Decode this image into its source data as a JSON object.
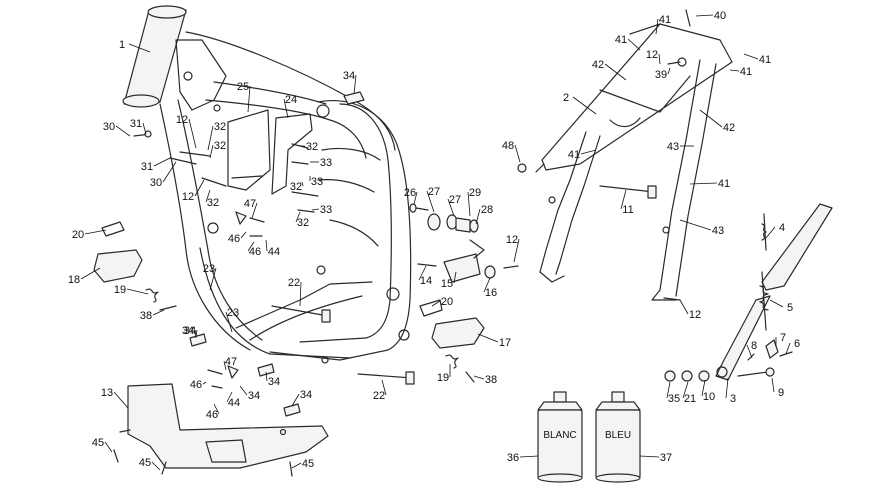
{
  "callouts": [
    {
      "n": "1"
    },
    {
      "n": "2"
    },
    {
      "n": "3"
    },
    {
      "n": "4"
    },
    {
      "n": "5"
    },
    {
      "n": "6"
    },
    {
      "n": "7"
    },
    {
      "n": "8"
    },
    {
      "n": "9"
    },
    {
      "n": "10"
    },
    {
      "n": "11"
    },
    {
      "n": "12"
    },
    {
      "n": "12"
    },
    {
      "n": "12"
    },
    {
      "n": "12"
    },
    {
      "n": "12"
    },
    {
      "n": "13"
    },
    {
      "n": "14"
    },
    {
      "n": "15"
    },
    {
      "n": "16"
    },
    {
      "n": "17"
    },
    {
      "n": "18"
    },
    {
      "n": "19"
    },
    {
      "n": "19"
    },
    {
      "n": "20"
    },
    {
      "n": "20"
    },
    {
      "n": "21"
    },
    {
      "n": "22"
    },
    {
      "n": "22"
    },
    {
      "n": "23"
    },
    {
      "n": "23"
    },
    {
      "n": "24"
    },
    {
      "n": "25"
    },
    {
      "n": "26"
    },
    {
      "n": "27"
    },
    {
      "n": "27"
    },
    {
      "n": "28"
    },
    {
      "n": "29"
    },
    {
      "n": "30"
    },
    {
      "n": "30"
    },
    {
      "n": "31"
    },
    {
      "n": "31"
    },
    {
      "n": "32"
    },
    {
      "n": "32"
    },
    {
      "n": "32"
    },
    {
      "n": "32"
    },
    {
      "n": "32"
    },
    {
      "n": "32"
    },
    {
      "n": "33"
    },
    {
      "n": "33"
    },
    {
      "n": "33"
    },
    {
      "n": "34"
    },
    {
      "n": "34"
    },
    {
      "n": "34"
    },
    {
      "n": "34"
    },
    {
      "n": "34"
    },
    {
      "n": "34"
    },
    {
      "n": "35"
    },
    {
      "n": "36"
    },
    {
      "n": "37"
    },
    {
      "n": "38"
    },
    {
      "n": "38"
    },
    {
      "n": "39"
    },
    {
      "n": "40"
    },
    {
      "n": "41"
    },
    {
      "n": "41"
    },
    {
      "n": "41"
    },
    {
      "n": "41"
    },
    {
      "n": "41"
    },
    {
      "n": "41"
    },
    {
      "n": "42"
    },
    {
      "n": "42"
    },
    {
      "n": "43"
    },
    {
      "n": "43"
    },
    {
      "n": "44"
    },
    {
      "n": "44"
    },
    {
      "n": "45"
    },
    {
      "n": "45"
    },
    {
      "n": "45"
    },
    {
      "n": "46"
    },
    {
      "n": "46"
    },
    {
      "n": "46"
    },
    {
      "n": "46"
    },
    {
      "n": "47"
    },
    {
      "n": "47"
    },
    {
      "n": "48"
    }
  ],
  "cans": {
    "left": "BLANC",
    "right": "BLEU"
  }
}
